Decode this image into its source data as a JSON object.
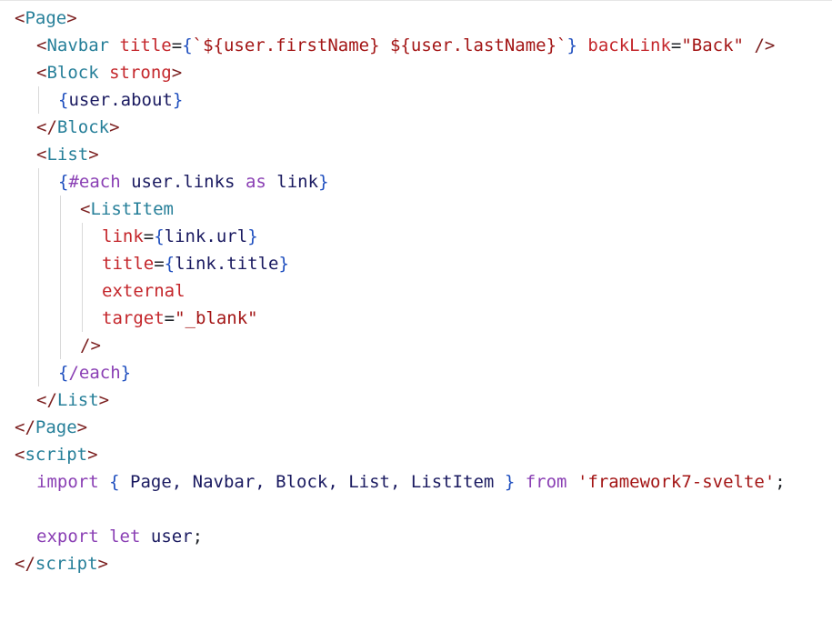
{
  "editor": {
    "language": "svelte",
    "lines": [
      [
        [
          "tag",
          "<"
        ],
        [
          "comp",
          "Page"
        ],
        [
          "tag",
          ">"
        ]
      ],
      [
        [
          "tag",
          "<"
        ],
        [
          "comp",
          "Navbar"
        ],
        [
          "sp",
          " "
        ],
        [
          "attr",
          "title"
        ],
        [
          "eq",
          "="
        ],
        [
          "brace",
          "{"
        ],
        [
          "str",
          "`${user.firstName} ${user.lastName}`"
        ],
        [
          "brace",
          "}"
        ],
        [
          "sp",
          " "
        ],
        [
          "attr",
          "backLink"
        ],
        [
          "eq",
          "="
        ],
        [
          "str",
          "\"Back\""
        ],
        [
          "sp",
          " "
        ],
        [
          "tag",
          "/>"
        ]
      ],
      [
        [
          "tag",
          "<"
        ],
        [
          "comp",
          "Block"
        ],
        [
          "sp",
          " "
        ],
        [
          "attr",
          "strong"
        ],
        [
          "tag",
          ">"
        ]
      ],
      [
        [
          "brace",
          "{"
        ],
        [
          "id",
          "user.about"
        ],
        [
          "brace",
          "}"
        ]
      ],
      [
        [
          "tag",
          "</"
        ],
        [
          "comp",
          "Block"
        ],
        [
          "tag",
          ">"
        ]
      ],
      [
        [
          "tag",
          "<"
        ],
        [
          "comp",
          "List"
        ],
        [
          "tag",
          ">"
        ]
      ],
      [
        [
          "brace",
          "{"
        ],
        [
          "kw",
          "#each"
        ],
        [
          "sp",
          " "
        ],
        [
          "id",
          "user.links"
        ],
        [
          "sp",
          " "
        ],
        [
          "kw",
          "as"
        ],
        [
          "sp",
          " "
        ],
        [
          "id",
          "link"
        ],
        [
          "brace",
          "}"
        ]
      ],
      [
        [
          "tag",
          "<"
        ],
        [
          "comp",
          "ListItem"
        ]
      ],
      [
        [
          "attr",
          "link"
        ],
        [
          "eq",
          "="
        ],
        [
          "brace",
          "{"
        ],
        [
          "id",
          "link.url"
        ],
        [
          "brace",
          "}"
        ]
      ],
      [
        [
          "attr",
          "title"
        ],
        [
          "eq",
          "="
        ],
        [
          "brace",
          "{"
        ],
        [
          "id",
          "link.title"
        ],
        [
          "brace",
          "}"
        ]
      ],
      [
        [
          "attr",
          "external"
        ]
      ],
      [
        [
          "attr",
          "target"
        ],
        [
          "eq",
          "="
        ],
        [
          "str",
          "\"_blank\""
        ]
      ],
      [
        [
          "tag",
          "/>"
        ]
      ],
      [
        [
          "brace",
          "{"
        ],
        [
          "kw",
          "/each"
        ],
        [
          "brace",
          "}"
        ]
      ],
      [
        [
          "tag",
          "</"
        ],
        [
          "comp",
          "List"
        ],
        [
          "tag",
          ">"
        ]
      ],
      [
        [
          "tag",
          "</"
        ],
        [
          "comp",
          "Page"
        ],
        [
          "tag",
          ">"
        ]
      ],
      [
        [
          "tag",
          "<"
        ],
        [
          "comp",
          "script"
        ],
        [
          "tag",
          ">"
        ]
      ],
      [
        [
          "kw",
          "import"
        ],
        [
          "sp",
          " "
        ],
        [
          "brace",
          "{"
        ],
        [
          "sp",
          " "
        ],
        [
          "id",
          "Page, Navbar, Block, List, ListItem"
        ],
        [
          "sp",
          " "
        ],
        [
          "brace",
          "}"
        ],
        [
          "sp",
          " "
        ],
        [
          "kw",
          "from"
        ],
        [
          "sp",
          " "
        ],
        [
          "str",
          "'framework7-svelte'"
        ],
        [
          "punc",
          ";"
        ]
      ],
      [],
      [
        [
          "kw",
          "export"
        ],
        [
          "sp",
          " "
        ],
        [
          "kw",
          "let"
        ],
        [
          "sp",
          " "
        ],
        [
          "id",
          "user"
        ],
        [
          "punc",
          ";"
        ]
      ],
      [
        [
          "tag",
          "</"
        ],
        [
          "comp",
          "script"
        ],
        [
          "tag",
          ">"
        ]
      ]
    ]
  }
}
